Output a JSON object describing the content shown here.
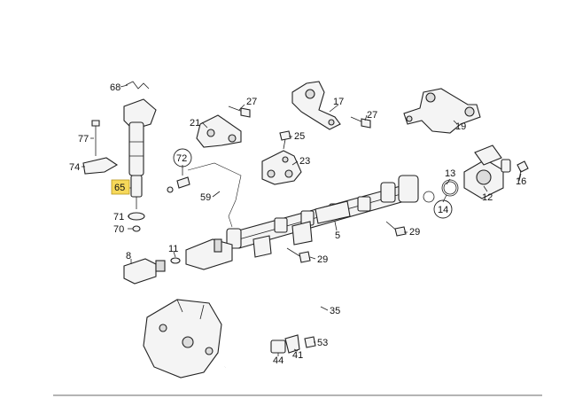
{
  "callouts": [
    {
      "id": "68",
      "text": "68"
    },
    {
      "id": "27a",
      "text": "27"
    },
    {
      "id": "17",
      "text": "17"
    },
    {
      "id": "27b",
      "text": "27"
    },
    {
      "id": "19",
      "text": "19"
    },
    {
      "id": "21",
      "text": "21"
    },
    {
      "id": "77",
      "text": "77"
    },
    {
      "id": "25",
      "text": "25"
    },
    {
      "id": "72",
      "text": "72"
    },
    {
      "id": "74",
      "text": "74"
    },
    {
      "id": "23",
      "text": "23"
    },
    {
      "id": "13",
      "text": "13"
    },
    {
      "id": "16",
      "text": "16"
    },
    {
      "id": "65",
      "text": "65"
    },
    {
      "id": "59",
      "text": "59"
    },
    {
      "id": "12",
      "text": "12"
    },
    {
      "id": "14",
      "text": "14"
    },
    {
      "id": "71",
      "text": "71"
    },
    {
      "id": "70",
      "text": "70"
    },
    {
      "id": "5",
      "text": "5"
    },
    {
      "id": "29a",
      "text": "29"
    },
    {
      "id": "11",
      "text": "11"
    },
    {
      "id": "8",
      "text": "8"
    },
    {
      "id": "29b",
      "text": "29"
    },
    {
      "id": "35",
      "text": "35"
    },
    {
      "id": "53",
      "text": "53"
    },
    {
      "id": "44",
      "text": "44"
    },
    {
      "id": "41",
      "text": "41"
    }
  ],
  "colors": {
    "highlight": "#f6d85a",
    "line": "#222222"
  }
}
